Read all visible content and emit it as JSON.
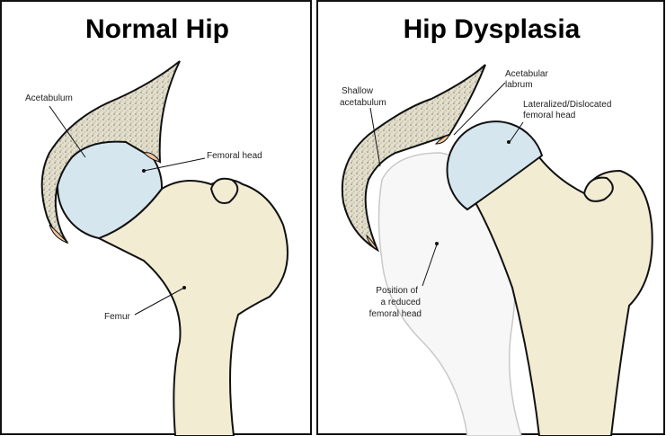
{
  "panels": [
    {
      "title": "Normal Hip",
      "labels": {
        "acetabulum": "Acetabulum",
        "femoral_head": "Femoral head",
        "femur": "Femur"
      }
    },
    {
      "title": "Hip Dysplasia",
      "labels": {
        "shallow_1": "Shallow",
        "shallow_2": "acetabulum",
        "labrum_1": "Acetabular",
        "labrum_2": "labrum",
        "dislocated_1": "Lateralized/Dislocated",
        "dislocated_2": "femoral head",
        "reduced_1": "Position of",
        "reduced_2": "a reduced",
        "reduced_3": "femoral head"
      }
    }
  ],
  "colors": {
    "bone": "#f1ecd2",
    "cartilage_head": "#d5e6ef",
    "labrum": "#f0c49a",
    "pelvis": "#d8d3be"
  }
}
